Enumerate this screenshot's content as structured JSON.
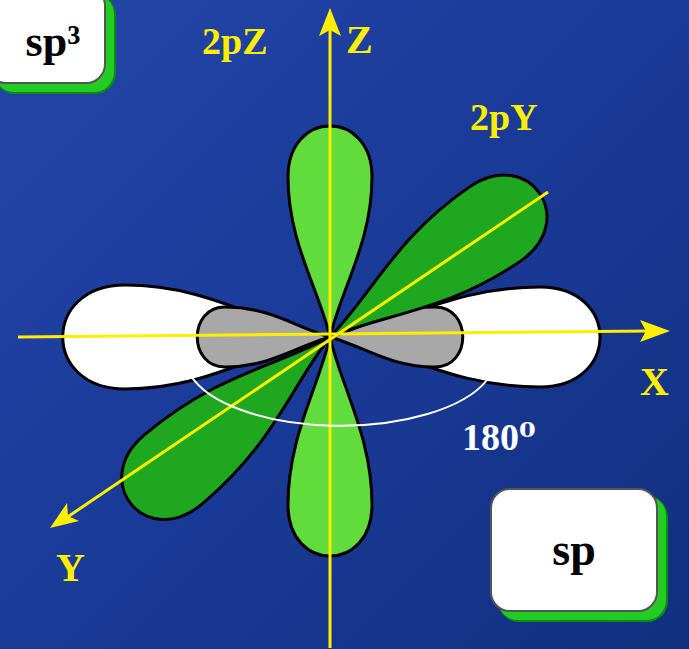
{
  "diagram": {
    "nodes": [
      {
        "text": [
          "sp³"
        ]
      },
      {
        "text": [
          "sp"
        ]
      }
    ],
    "labels": [
      "2pZ",
      "Z",
      "2pY",
      "X",
      "Y",
      "180⁰"
    ]
  }
}
